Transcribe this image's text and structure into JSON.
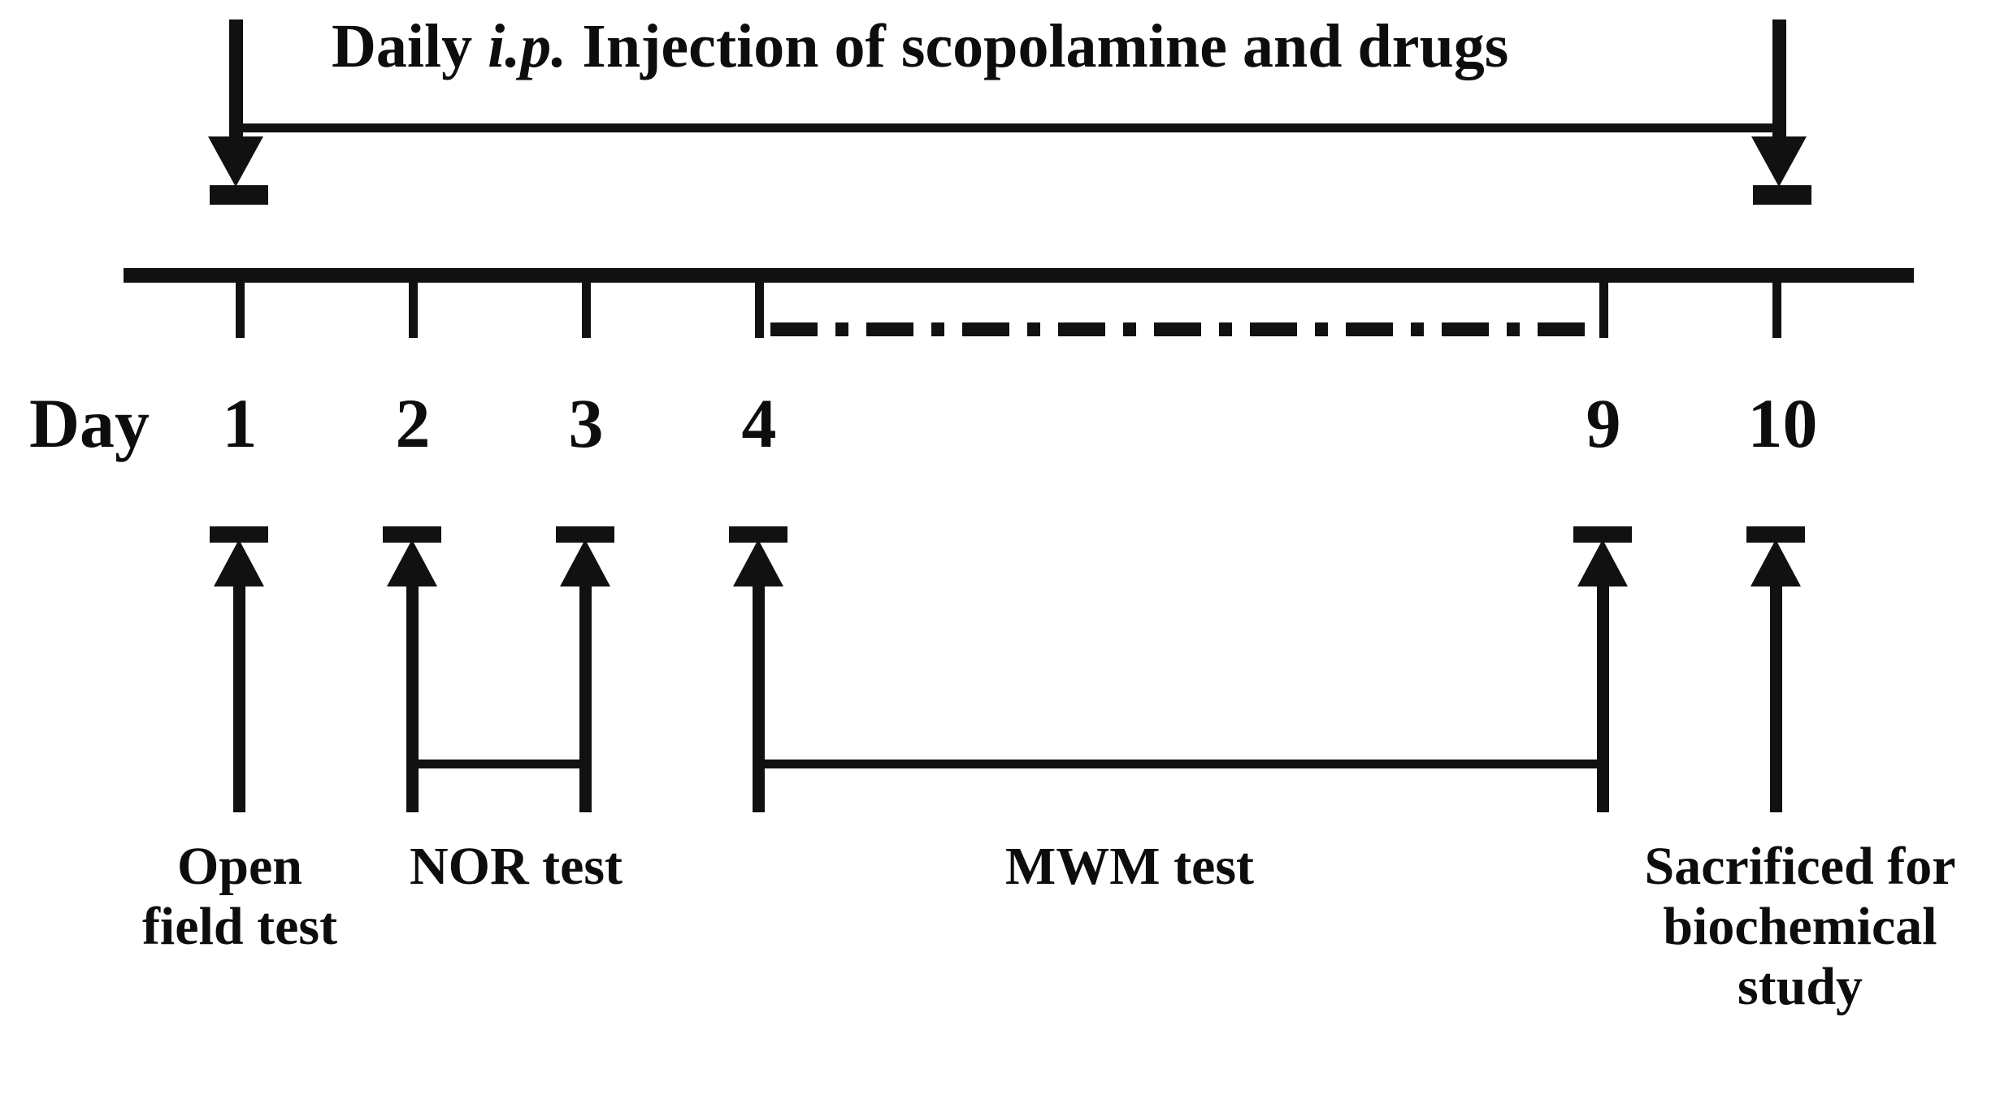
{
  "figure": {
    "type": "experimental-timeline",
    "title_parts": {
      "before": "Daily ",
      "italic": "i.p.",
      "after": " Injection of scopolamine and drugs"
    },
    "title_full": "Daily i.p. Injection of scopolamine and drugs",
    "day_axis_label": "Day",
    "days": [
      "1",
      "2",
      "3",
      "4",
      "9",
      "10"
    ],
    "events": [
      {
        "id": "open-field",
        "label": "Open\nfield test",
        "day_start": "1",
        "day_end": "1"
      },
      {
        "id": "nor",
        "label": "NOR test",
        "day_start": "2",
        "day_end": "3"
      },
      {
        "id": "mwm",
        "label": "MWM test",
        "day_start": "4",
        "day_end": "9"
      },
      {
        "id": "sacrifice",
        "label": "Sacrificed for\nbiochemical\nstudy",
        "day_start": "10",
        "day_end": "10"
      }
    ],
    "colors": {
      "ink": "#111111",
      "background": "#ffffff"
    }
  },
  "chart_data": {
    "type": "table",
    "title": "Daily i.p. Injection of scopolamine and drugs",
    "xlabel": "Day",
    "categories": [
      "1",
      "2",
      "3",
      "4",
      "9",
      "10"
    ],
    "annotations": [
      "Daily i.p. Injection of scopolamine and drugs spans Day 1 to Day 10",
      "Open field test on Day 1",
      "NOR test on Days 2-3",
      "MWM test on Days 4-9",
      "Sacrificed for biochemical study on Day 10",
      "Dash-dot segment on timeline spans Day 4 to Day 9"
    ]
  }
}
